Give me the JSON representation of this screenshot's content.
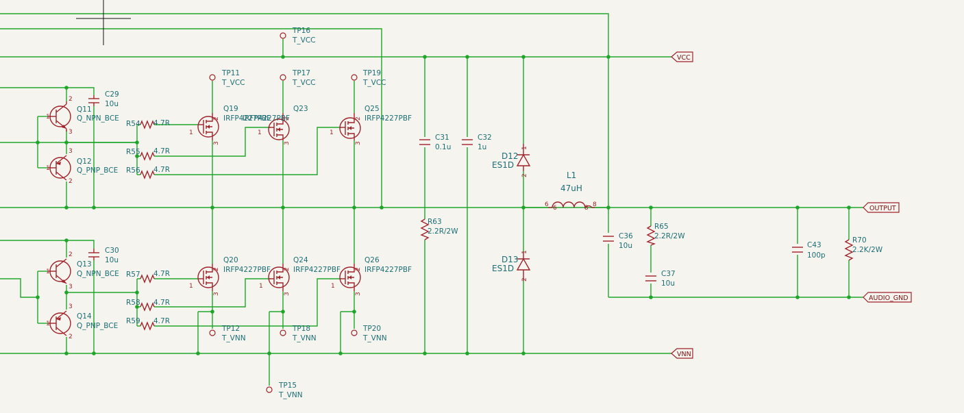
{
  "net_labels": {
    "vcc": "VCC",
    "output": "OUTPUT",
    "audio_gnd": "AUDIO_GND",
    "vnn": "VNN"
  },
  "test_points": [
    {
      "ref": "TP16",
      "value": "T_VCC"
    },
    {
      "ref": "TP11",
      "value": "T_VCC"
    },
    {
      "ref": "TP17",
      "value": "T_VCC"
    },
    {
      "ref": "TP19",
      "value": "T_VCC"
    },
    {
      "ref": "TP12",
      "value": "T_VNN"
    },
    {
      "ref": "TP18",
      "value": "T_VNN"
    },
    {
      "ref": "TP20",
      "value": "T_VNN"
    },
    {
      "ref": "TP15",
      "value": "T_VNN"
    }
  ],
  "transistors": [
    {
      "ref": "Q11",
      "value": "Q_NPN_BCE"
    },
    {
      "ref": "Q12",
      "value": "Q_PNP_BCE"
    },
    {
      "ref": "Q13",
      "value": "Q_NPN_BCE"
    },
    {
      "ref": "Q14",
      "value": "Q_PNP_BCE"
    }
  ],
  "mosfets": [
    {
      "ref": "Q19",
      "value": "IRFP4227PBF"
    },
    {
      "ref": "Q23",
      "value": "IRFP4227PBF"
    },
    {
      "ref": "Q25",
      "value": "IRFP4227PBF"
    },
    {
      "ref": "Q20",
      "value": "IRFP4227PBF"
    },
    {
      "ref": "Q24",
      "value": "IRFP4227PBF"
    },
    {
      "ref": "Q26",
      "value": "IRFP4227PBF"
    }
  ],
  "resistors": [
    {
      "ref": "R54",
      "value": "4.7R"
    },
    {
      "ref": "R55",
      "value": "4.7R"
    },
    {
      "ref": "R56",
      "value": "4.7R"
    },
    {
      "ref": "R57",
      "value": "4.7R"
    },
    {
      "ref": "R58",
      "value": "4.7R"
    },
    {
      "ref": "R59",
      "value": "4.7R"
    },
    {
      "ref": "R63",
      "value": "2.2R/2W"
    },
    {
      "ref": "R65",
      "value": "2.2R/2W"
    },
    {
      "ref": "R70",
      "value": "2.2K/2W"
    }
  ],
  "capacitors": [
    {
      "ref": "C29",
      "value": "10u"
    },
    {
      "ref": "C30",
      "value": "10u"
    },
    {
      "ref": "C31",
      "value": "0.1u"
    },
    {
      "ref": "C32",
      "value": "1u"
    },
    {
      "ref": "C36",
      "value": "10u"
    },
    {
      "ref": "C37",
      "value": "10u"
    },
    {
      "ref": "C43",
      "value": "100p"
    }
  ],
  "diodes": [
    {
      "ref": "D12",
      "value": "ES1D"
    },
    {
      "ref": "D13",
      "value": "ES1D"
    }
  ],
  "inductor": {
    "ref": "L1",
    "value": "47uH",
    "pin_a": "6",
    "pin_b": "8"
  },
  "pin_numbers": {
    "one": "1",
    "two": "2",
    "three": "3"
  },
  "colors": {
    "wire": "#1fa62a",
    "component": "#a0222a",
    "text": "#1c6e74",
    "background": "#f5f4ef"
  }
}
